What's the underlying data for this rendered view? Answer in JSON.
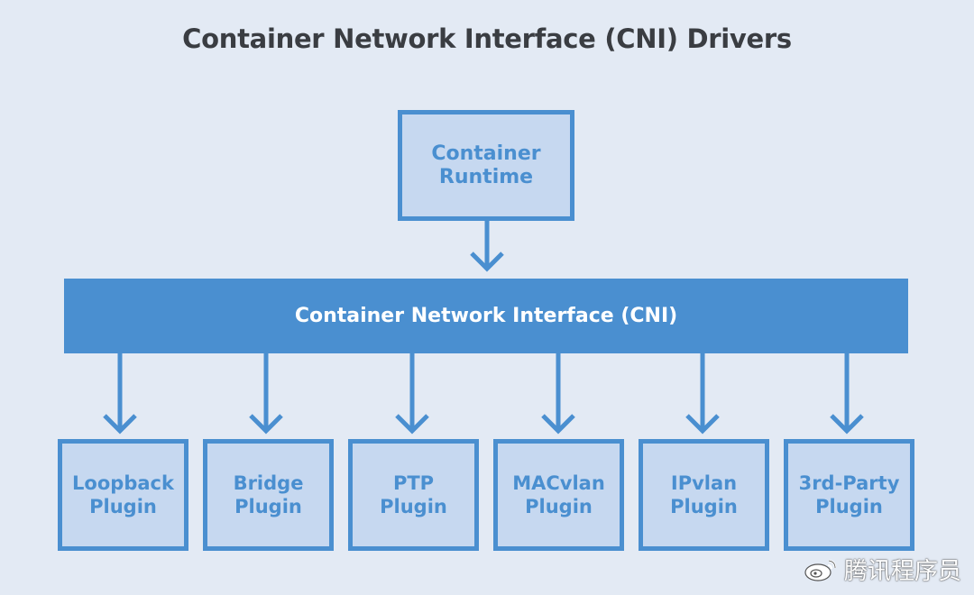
{
  "title": "Container Network Interface (CNI) Drivers",
  "runtime": {
    "line1": "Container",
    "line2": "Runtime"
  },
  "cni_bar": "Container Network Interface (CNI)",
  "plugins": [
    {
      "line1": "Loopback",
      "line2": "Plugin"
    },
    {
      "line1": "Bridge",
      "line2": "Plugin"
    },
    {
      "line1": "PTP",
      "line2": "Plugin"
    },
    {
      "line1": "MACvlan",
      "line2": "Plugin"
    },
    {
      "line1": "IPvlan",
      "line2": "Plugin"
    },
    {
      "line1": "3rd-Party",
      "line2": "Plugin"
    }
  ],
  "watermark": "腾讯程序员",
  "colors": {
    "background": "#e3eaf4",
    "accent": "#4a8fd0",
    "box_fill": "#c6d8f0",
    "title": "#3a3d42"
  }
}
